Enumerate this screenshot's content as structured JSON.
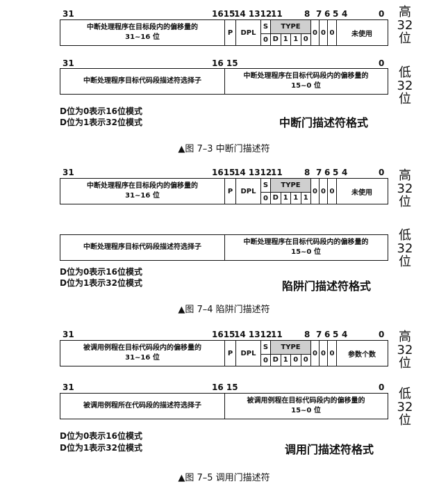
{
  "common": {
    "high_side": [
      "高",
      "32",
      "位"
    ],
    "low_side": [
      "低",
      "32",
      "位"
    ],
    "p_label": "P",
    "dpl_label": "DPL",
    "s_label": "S",
    "s_value": "0",
    "type_label": "TYPE",
    "zero": "0",
    "offset_low_label": "中断处理程序在目标代码段内的偏移量的\n15~0 位",
    "selector_label": "中断处理程序目标代码段描述符选择子",
    "note_d0": "D位为0表示16位模式",
    "note_d1": "D位为1表示32位模式"
  },
  "descriptors": [
    {
      "high_bits": {
        "b31": "31",
        "b1615": "1615",
        "b1413": "14 1312",
        "b11": "11",
        "b8": "8",
        "b7": "7",
        "b6": "6",
        "b5": "5",
        "b4": "4",
        "b0": "0"
      },
      "offset_high_label": "中断处理程序在目标段内的偏移量的\n31~16 位",
      "type_bits": [
        "D",
        "1",
        "1",
        "0"
      ],
      "reserved_label": "未使用",
      "low_bits": {
        "b31": "31",
        "b1615": "16 15",
        "b0": "0"
      },
      "selector_label": "中断处理程序目标代码段描述符选择子",
      "offset_low_label": "中断处理程序在目标代码段内的偏移量的\n15~0 位",
      "format_title": "中断门描述符格式",
      "caption": "▲图 7–3   中断门描述符"
    },
    {
      "high_bits": {
        "b31": "31",
        "b1615": "1615",
        "b1413": "14 1312",
        "b11": "11",
        "b8": "8",
        "b7": "7",
        "b6": "6",
        "b5": "5",
        "b4": "4",
        "b0": "0"
      },
      "offset_high_label": "中断处理程序在目标段内的偏移量的\n31~16 位",
      "type_bits": [
        "D",
        "1",
        "1",
        "1"
      ],
      "reserved_label": "未使用",
      "low_bits": {
        "b31": "",
        "b1615": "",
        "b0": ""
      },
      "selector_label": "中断处理程序目标代码段描述符选择子",
      "offset_low_label": "中断处理程序在目标代码段内的偏移量的\n15~0 位",
      "format_title": "陷阱门描述符格式",
      "caption": "▲图 7–4   陷阱门描述符"
    },
    {
      "high_bits": {
        "b31": "31",
        "b1615": "1615",
        "b1413": "14 1312",
        "b11": "11",
        "b8": "8",
        "b7": "7",
        "b6": "6",
        "b5": "5",
        "b4": "4",
        "b0": "0"
      },
      "offset_high_label": "被调用例程在目标代码段内的偏移量的\n31~16 位",
      "type_bits": [
        "D",
        "1",
        "0",
        "0"
      ],
      "reserved_label": "参数个数",
      "low_bits": {
        "b31": "31",
        "b1615": "16 15",
        "b0": "0"
      },
      "selector_label": "被调用例程所在代码段的描述符选择子",
      "offset_low_label": "被调用例程在目标代码段内的偏移量的\n15~0 位",
      "format_title": "调用门描述符格式",
      "caption": "▲图 7–5   调用门描述符"
    }
  ]
}
